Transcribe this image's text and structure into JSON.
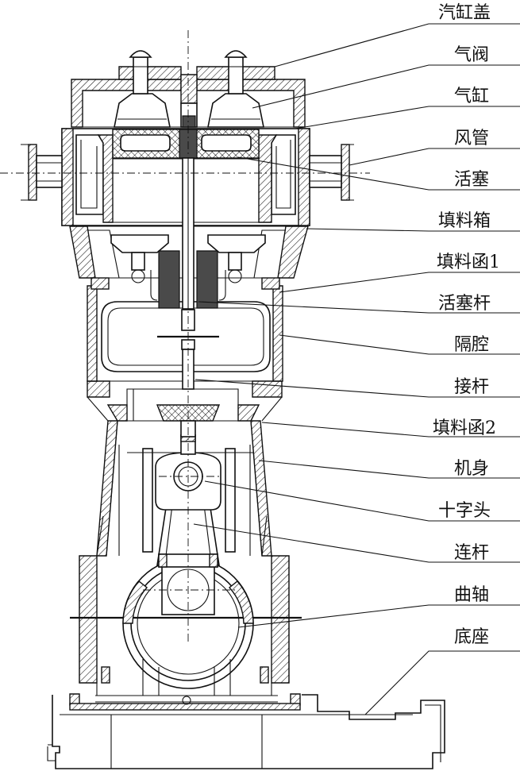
{
  "labels": [
    {
      "id": "cylinder-cover",
      "text": "汽缸盖"
    },
    {
      "id": "air-valve",
      "text": "气阀"
    },
    {
      "id": "cylinder",
      "text": "气缸"
    },
    {
      "id": "air-pipe",
      "text": "风管"
    },
    {
      "id": "piston",
      "text": "活塞"
    },
    {
      "id": "stuffing-box",
      "text": "填料箱"
    },
    {
      "id": "packing-case-1",
      "text": "填料函1"
    },
    {
      "id": "piston-rod",
      "text": "活塞杆"
    },
    {
      "id": "partition-chamber",
      "text": "隔腔"
    },
    {
      "id": "connecting-rod-extension",
      "text": "接杆"
    },
    {
      "id": "packing-case-2",
      "text": "填料函2"
    },
    {
      "id": "frame",
      "text": "机身"
    },
    {
      "id": "crosshead",
      "text": "十字头"
    },
    {
      "id": "connecting-rod",
      "text": "连杆"
    },
    {
      "id": "crankshaft",
      "text": "曲轴"
    },
    {
      "id": "base",
      "text": "底座"
    }
  ]
}
